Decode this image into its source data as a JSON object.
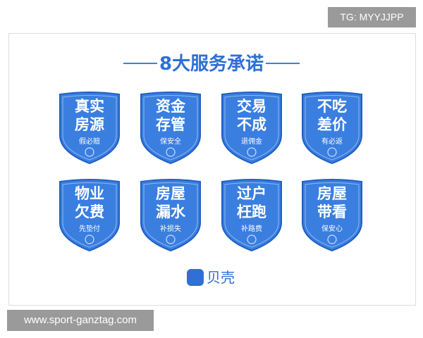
{
  "watermark_top": "TG: MYYJJPP",
  "watermark_bottom": "www.sport-ganztag.com",
  "title": "8大服务承诺",
  "brand": "贝壳",
  "color_accent": "#2f6fd6",
  "promises": [
    {
      "line1": "真实",
      "line2": "房源",
      "sub": "假必赔",
      "icon": "heart-icon"
    },
    {
      "line1": "资金",
      "line2": "存管",
      "sub": "保安全",
      "icon": "heart-icon"
    },
    {
      "line1": "交易",
      "line2": "不成",
      "sub": "退佣金",
      "icon": "heart-icon"
    },
    {
      "line1": "不吃",
      "line2": "差价",
      "sub": "有必返",
      "icon": "heart-icon"
    },
    {
      "line1": "物业",
      "line2": "欠费",
      "sub": "先垫付",
      "icon": "wrench-icon"
    },
    {
      "line1": "房屋",
      "line2": "漏水",
      "sub": "补损失",
      "icon": "pipe-icon"
    },
    {
      "line1": "过户",
      "line2": "枉跑",
      "sub": "补路费",
      "icon": "road-icon"
    },
    {
      "line1": "房屋",
      "line2": "带看",
      "sub": "保安心",
      "icon": "heart-icon"
    }
  ]
}
